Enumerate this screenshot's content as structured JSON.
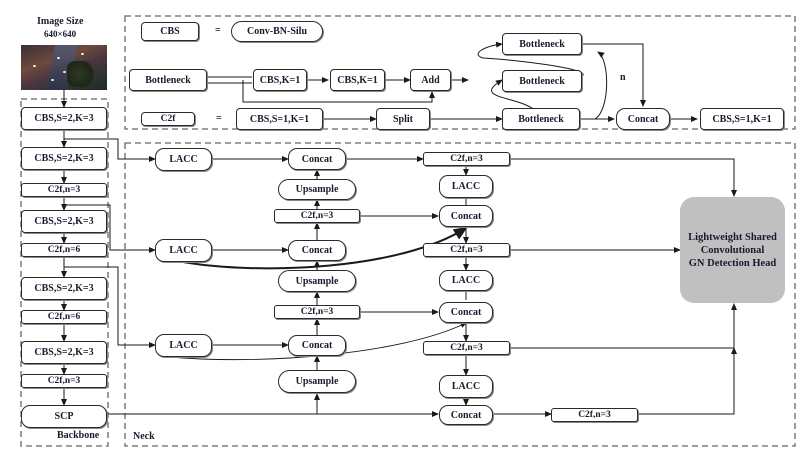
{
  "input": {
    "title": "Image Size",
    "size": "640×640",
    "image_alt": "aerial night traffic road photo"
  },
  "legend": {
    "cbs": {
      "name": "CBS",
      "equals": "=",
      "expansion": "Conv-BN-Silu"
    },
    "bottleneck": {
      "name": "Bottleneck",
      "blocks": [
        "CBS,K=1",
        "CBS,K=1",
        "Add"
      ]
    },
    "c2f": {
      "name": "C2f",
      "equals": "=",
      "first": "CBS,S=1,K=1",
      "split": "Split",
      "bottlenecks": [
        "Bottleneck",
        "Bottleneck",
        "Bottleneck"
      ],
      "repeat_label": "n",
      "concat": "Concat",
      "last": "CBS,S=1,K=1"
    }
  },
  "backbone": {
    "label": "Backbone",
    "blocks": [
      "CBS,S=2,K=3",
      "CBS,S=2,K=3",
      "C2f,n=3",
      "CBS,S=2,K=3",
      "C2f,n=6",
      "CBS,S=2,K=3",
      "C2f,n=6",
      "CBS,S=2,K=3",
      "C2f,n=3",
      "SCP"
    ]
  },
  "neck": {
    "label": "Neck",
    "lacc": [
      "LACC",
      "LACC",
      "LACC"
    ],
    "concat_top": [
      "Concat",
      "Concat",
      "Concat"
    ],
    "upsample": [
      "Upsample",
      "Upsample",
      "Upsample"
    ],
    "c2f_mid": [
      "C2f,n=3",
      "C2f,n=3"
    ],
    "right_c2f": [
      "C2f,n=3",
      "C2f,n=3",
      "C2f,n=3"
    ],
    "right_lacc": [
      "LACC",
      "LACC",
      "LACC"
    ],
    "right_concat": [
      "Concat",
      "Concat",
      "Concat"
    ],
    "bottom_c2f": "C2f,n=3"
  },
  "head": {
    "lines": [
      "Lightweight Shared",
      "Convolutional",
      "GN Detection Head"
    ],
    "fill": "#c0c0c0"
  }
}
